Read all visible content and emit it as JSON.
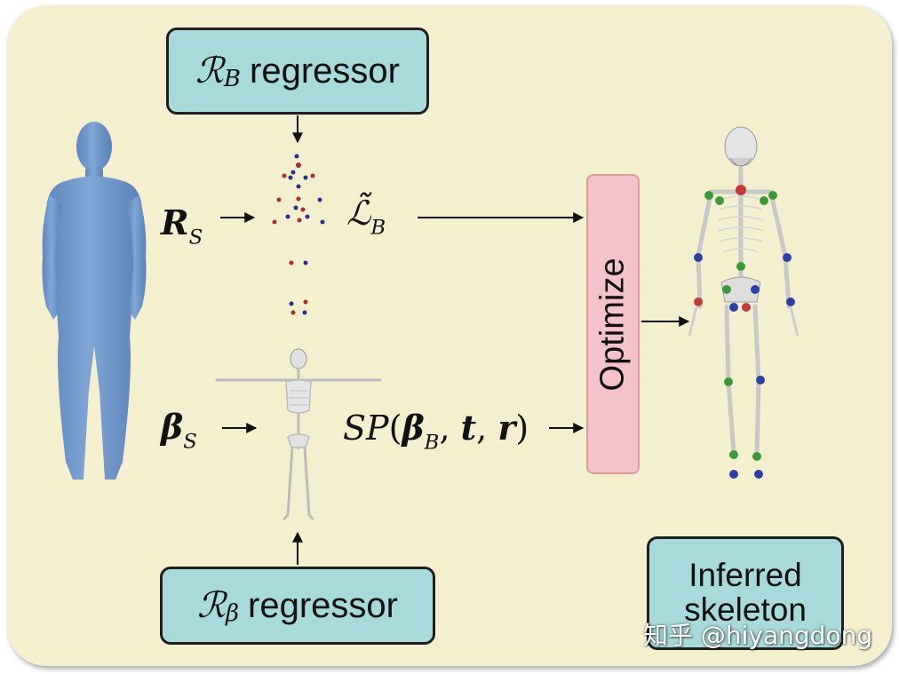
{
  "regressor_top": {
    "symbol": "ℛ",
    "subscript": "B",
    "text": "regressor"
  },
  "regressor_bottom": {
    "symbol": "ℛ",
    "subscript": "β",
    "text": "regressor"
  },
  "optimize_label": "Optimize",
  "output_label": {
    "line1": "Inferred",
    "line2": "skeleton"
  },
  "inputs": {
    "shape_top": {
      "symbol": "R",
      "subscript": "S"
    },
    "shape_bottom": {
      "symbol": "β",
      "subscript": "S"
    }
  },
  "landmarks_label": {
    "symbol": "ℒ̃",
    "subscript": "B"
  },
  "skel_params_label": {
    "func": "SP",
    "open": "(",
    "beta": "β",
    "beta_sub": "B",
    "sep1": ", ",
    "t": "t",
    "sep2": ", ",
    "r": "r",
    "close": ")"
  },
  "watermark": "知乎 @hiyangdong",
  "colors": {
    "background": "#f3efcf",
    "box_fill": "#a8dadb",
    "optimize_fill": "#f2c3c8",
    "body_blue": "#6f97cb",
    "bone": "#d8d8d8"
  }
}
